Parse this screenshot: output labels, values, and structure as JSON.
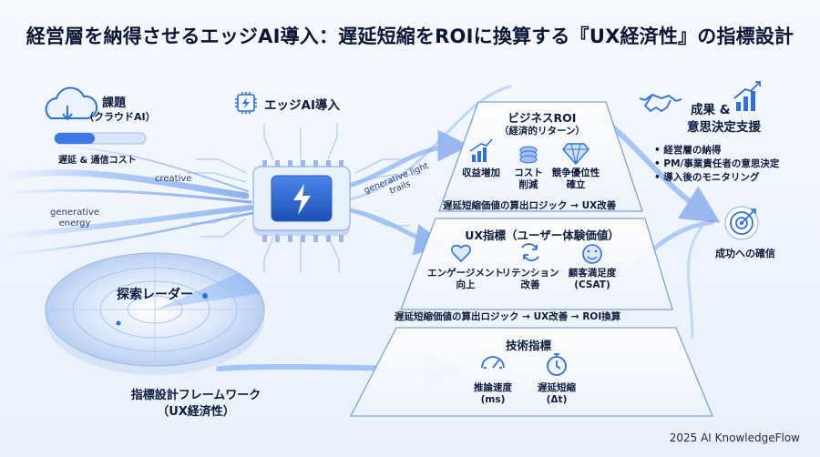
{
  "title": "経営層を納得させるエッジAI導入：遅延短縮をROIに換算する『UX経済性』の指標設計",
  "problem": {
    "title": "課題",
    "subtitle": "（クラウドAI）",
    "caption": "遅延 & 通信コスト"
  },
  "edge": {
    "title": "エッジAI導入"
  },
  "flow_labels": {
    "creative": "creative",
    "generative_energy": "generative\nenergy",
    "light_trails": "generative light\ntrails"
  },
  "radar": {
    "title": "探索レーダー",
    "framework_line1": "指標設計フレームワーク",
    "framework_line2": "（UX経済性）"
  },
  "pyramid": {
    "business": {
      "title": "ビジネスROI",
      "subtitle": "（経済的リターン）",
      "metrics": [
        {
          "label": "収益増加"
        },
        {
          "label": "コスト\n削減"
        },
        {
          "label": "競争優位性\n確立"
        }
      ]
    },
    "logic_top": "遅延短縮価値の算出ロジック → UX改善",
    "ux": {
      "title": "UX指標（ユーザー体験価値）",
      "metrics": [
        {
          "label": "エンゲージメント\n向上"
        },
        {
          "label": "リテンション\n改善"
        },
        {
          "label": "顧客満足度\n(CSAT)"
        }
      ]
    },
    "logic_bottom": "遅延短縮価値の算出ロジック → UX改善 → ROI換算",
    "tech": {
      "title": "技術指標",
      "metrics": [
        {
          "label": "推論速度\n(ms)"
        },
        {
          "label": "遅延短縮\n(Δt)"
        }
      ]
    }
  },
  "outcome": {
    "title_line1": "成果 &",
    "title_line2": "意思決定支援",
    "items": [
      "経営層の納得",
      "PM/事業責任者の意思決定",
      "導入後のモニタリング"
    ],
    "success": "成功への確信"
  },
  "footer": "2025 AI KnowledgeFlow",
  "colors": {
    "accent": "#2f6fe0",
    "navy": "#0b1636",
    "chip": "#3a6fd8"
  }
}
